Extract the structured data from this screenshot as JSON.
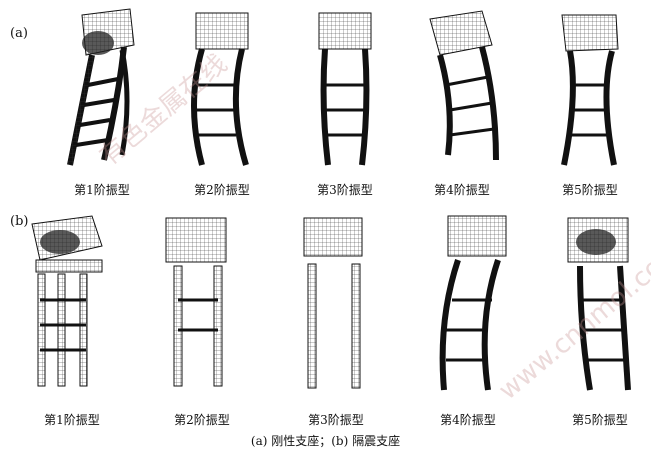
{
  "rows": [
    {
      "label": "(a)",
      "modes": [
        "第1阶振型",
        "第2阶振型",
        "第3阶振型",
        "第4阶振型",
        "第5阶振型"
      ]
    },
    {
      "label": "(b)",
      "modes": [
        "第1阶振型",
        "第2阶振型",
        "第3阶振型",
        "第4阶振型",
        "第5阶振型"
      ]
    }
  ],
  "caption": "(a)  刚性支座；(b)  隔震支座",
  "watermark": {
    "text_top": "有色金属在线",
    "url": "www.cnnmol.com"
  }
}
